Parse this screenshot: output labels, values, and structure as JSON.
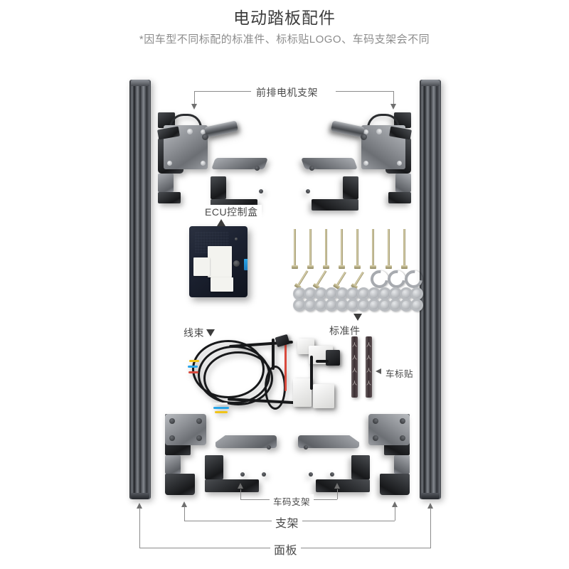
{
  "header": {
    "title": "电动踏板配件",
    "subtitle": "*因车型不同标配的标准件、标标贴LOGO、车码支架会不同"
  },
  "annotations": {
    "front_motor_bracket": "前排电机支架",
    "ecu_box": "ECU控制盒",
    "wiring_harness": "线束",
    "standard_parts": "标准件",
    "logo_sticker": "车标贴",
    "code_bracket": "车码支架",
    "bracket": "支架",
    "panel": "面板"
  },
  "parts": {
    "rail_left_label": "left-running-board-panel",
    "rail_right_label": "right-running-board-panel",
    "motor_left_label": "front-left-motor-assembly",
    "motor_right_label": "front-right-motor-assembly",
    "ecu_label": "ecu-control-module",
    "harness_label": "wiring-harness-bundle",
    "sticker_count": 2,
    "bolt_long_count": 8,
    "bolt_short_count": 4,
    "clip_count": 4,
    "washer_row1_count": 12,
    "washer_row2_count": 12
  },
  "colors": {
    "background": "#ffffff",
    "title_text": "#3c3c3c",
    "subtitle_text": "#8c8c8c",
    "annotation_text": "#4a4a4a",
    "leader_line": "#8b8b8b",
    "rail_metal": "#5b5f65",
    "ecu_body": "#1b2130",
    "ecu_connector": "#2aa6e8",
    "fastener_brass": "#d9d1ab",
    "bracket_gray": "#8e9196",
    "bracket_dark": "#2b2d30"
  }
}
